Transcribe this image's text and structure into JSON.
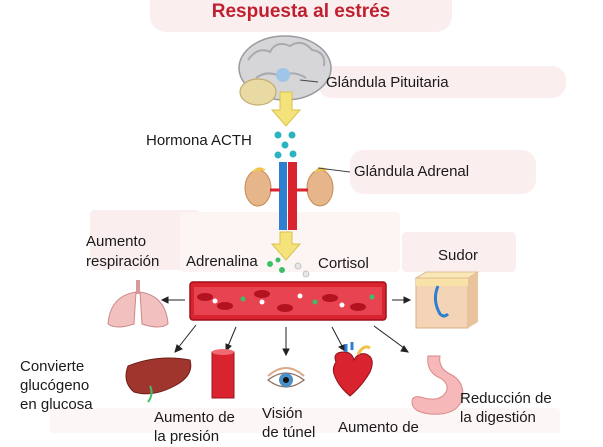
{
  "title": "Respuesta al estrés",
  "labels": {
    "pituitary": "Glándula Pituitaria",
    "acth": "Hormona ACTH",
    "adrenal": "Glándula Adrenal",
    "breathing_1": "Aumento",
    "breathing_2": "respiración",
    "adrenaline": "Adrenalina",
    "cortisol": "Cortisol",
    "sweat": "Sudor",
    "glycogen_1": "Convierte",
    "glycogen_2": "glucógeno",
    "glycogen_3": "en glucosa",
    "vessel_1": "Aumento de",
    "vessel_2": "la presión",
    "vision_1": "Visión",
    "vision_2": "de túnel",
    "heart_1": "Aumento de",
    "digestion_1": "Reducción de",
    "digestion_2": "la digestión"
  },
  "colors": {
    "accent": "#c01f2f",
    "pill_bg": "#fbeeee",
    "arrow_yellow": "#f4e27a",
    "acth_dots": "#2bb3c0",
    "adrenaline_dots": "#3dbf6a",
    "blood": "#d9232f"
  },
  "icons": [
    "brain-icon",
    "kidney-icon",
    "lungs-icon",
    "skin-icon",
    "liver-icon",
    "blood-vessel-icon",
    "eye-icon",
    "heart-icon",
    "stomach-icon"
  ]
}
